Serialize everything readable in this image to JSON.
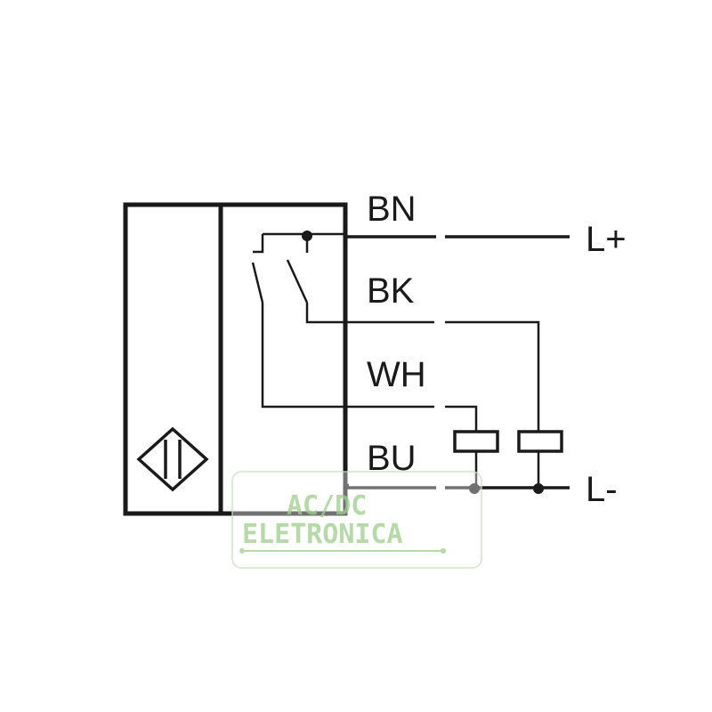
{
  "wires": {
    "bn": "BN",
    "bk": "BK",
    "wh": "WH",
    "bu": "BU"
  },
  "terminals": {
    "positive": "L+",
    "negative": "L-"
  },
  "watermark": {
    "line1": "AC/DC",
    "line2": "ELETRONICA"
  },
  "colors": {
    "ink": "#1a1a1a",
    "watermark_green": "#a9d49a"
  },
  "icons": {
    "sensor_symbol": "inductive-sensor-icon",
    "switch_no": "normally-open-contact-icon",
    "switch_nc": "normally-closed-contact-icon",
    "load": "load-resistor-icon"
  }
}
